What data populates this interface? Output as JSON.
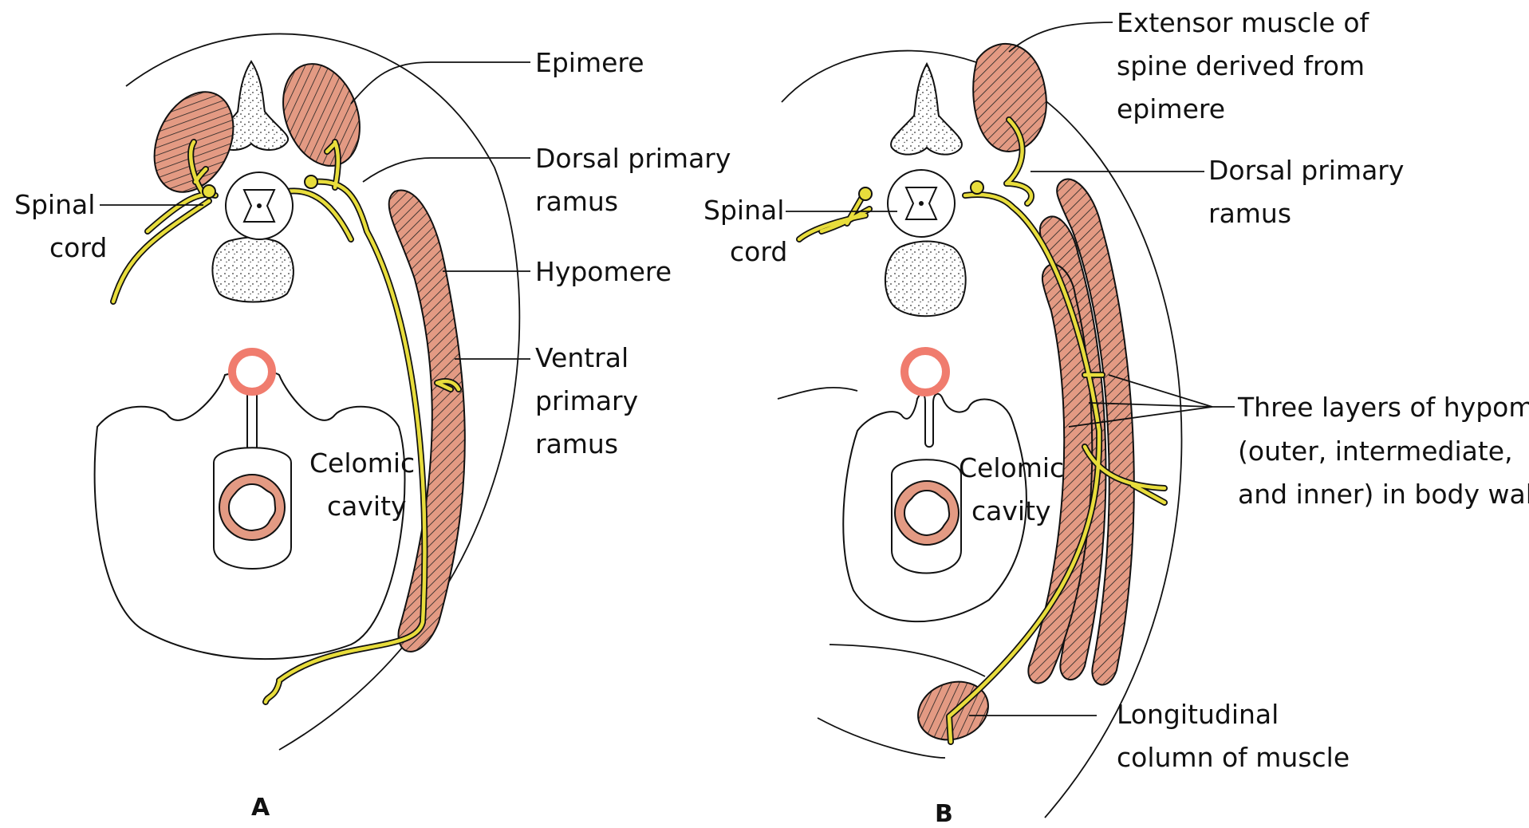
{
  "colors": {
    "muscle": "#e39a83",
    "nerve": "#e8dd3c",
    "vessel": "#f07c6e",
    "gut": "#e39a83",
    "outline": "#111111",
    "background": "#ffffff"
  },
  "panels": {
    "a": {
      "letter": "A",
      "labels": {
        "epimere": "Epimere",
        "dorsal_1": "Dorsal primary",
        "dorsal_2": "ramus",
        "spinal_1": "Spinal",
        "spinal_2": "cord",
        "hypomere": "Hypomere",
        "ventral_1": "Ventral",
        "ventral_2": "primary",
        "ventral_3": "ramus",
        "celomic_1": "Celomic",
        "celomic_2": "cavity"
      }
    },
    "b": {
      "letter": "B",
      "labels": {
        "extensor_1": "Extensor muscle of",
        "extensor_2": "spine derived from",
        "extensor_3": "epimere",
        "dorsal_1": "Dorsal primary",
        "dorsal_2": "ramus",
        "spinal_1": "Spinal",
        "spinal_2": "cord",
        "three_1": "Three layers of hypomere",
        "three_2": "(outer, intermediate,",
        "three_3": "and inner) in body wall",
        "celomic_1": "Celomic",
        "celomic_2": "cavity",
        "longitudinal_1": "Longitudinal",
        "longitudinal_2": "column of muscle"
      }
    }
  }
}
